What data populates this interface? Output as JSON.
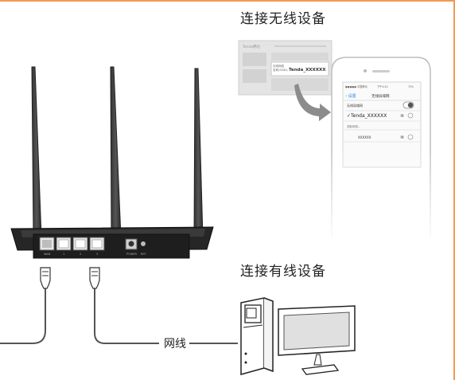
{
  "headings": {
    "wireless": "连接无线设备",
    "wired": "连接有线设备"
  },
  "cable_label": "网线",
  "wifi_card": {
    "brand": "Tenda腾达",
    "ssid_label_line1": "无线网络",
    "ssid_label_line2": "名称(SSID):",
    "ssid": "Tenda_XXXXXX"
  },
  "phone": {
    "status_carrier": "●●●●● 中国移动",
    "status_time": "下午4:40",
    "status_battery": "75%",
    "back_label": "设置",
    "nav_title": "无线局域网",
    "wlan_row_label": "无线局域网",
    "connected_network": "Tenda_XXXXXX",
    "choose_network_label": "选取网络...",
    "other_network": "XXXXXX"
  },
  "router": {
    "port_labels": [
      "WAN",
      "1",
      "2",
      "3",
      "POWER",
      "RST"
    ]
  },
  "colors": {
    "frame_accent": "#f29a52",
    "arrow": "#8c8c8c",
    "ios_blue": "#2a7df5"
  }
}
